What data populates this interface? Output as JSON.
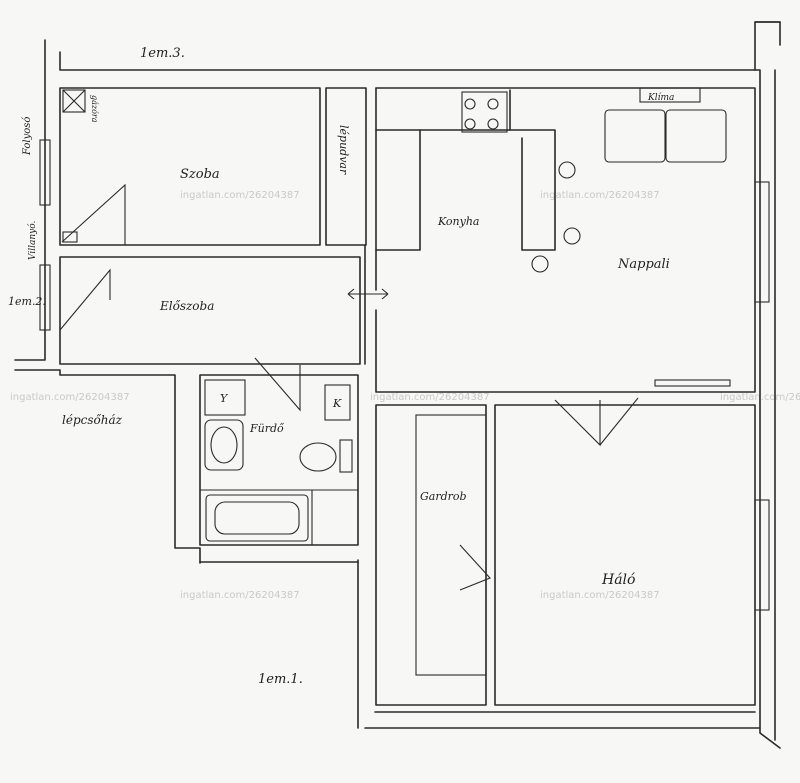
{
  "rooms": {
    "szoba": "Szoba",
    "konyha": "Konyha",
    "nappali": "Nappali",
    "eloszoba": "Előszoba",
    "furdo": "Fürdő",
    "gardrob": "Gardrob",
    "halo": "Háló",
    "lepcsohaz": "lépcsőház",
    "lepcsoudvar": "lépudvar"
  },
  "labels": {
    "lem3": "1em.3.",
    "lem2": "1em.2.",
    "lem1": "1em.1.",
    "folyoso": "Folyosó",
    "villanyora": "Villanyó.",
    "gazora": "gázóra",
    "klima": "Klíma",
    "wc_y": "Y",
    "wc_k": "K"
  },
  "watermark": "ingatlan.com/26204387"
}
